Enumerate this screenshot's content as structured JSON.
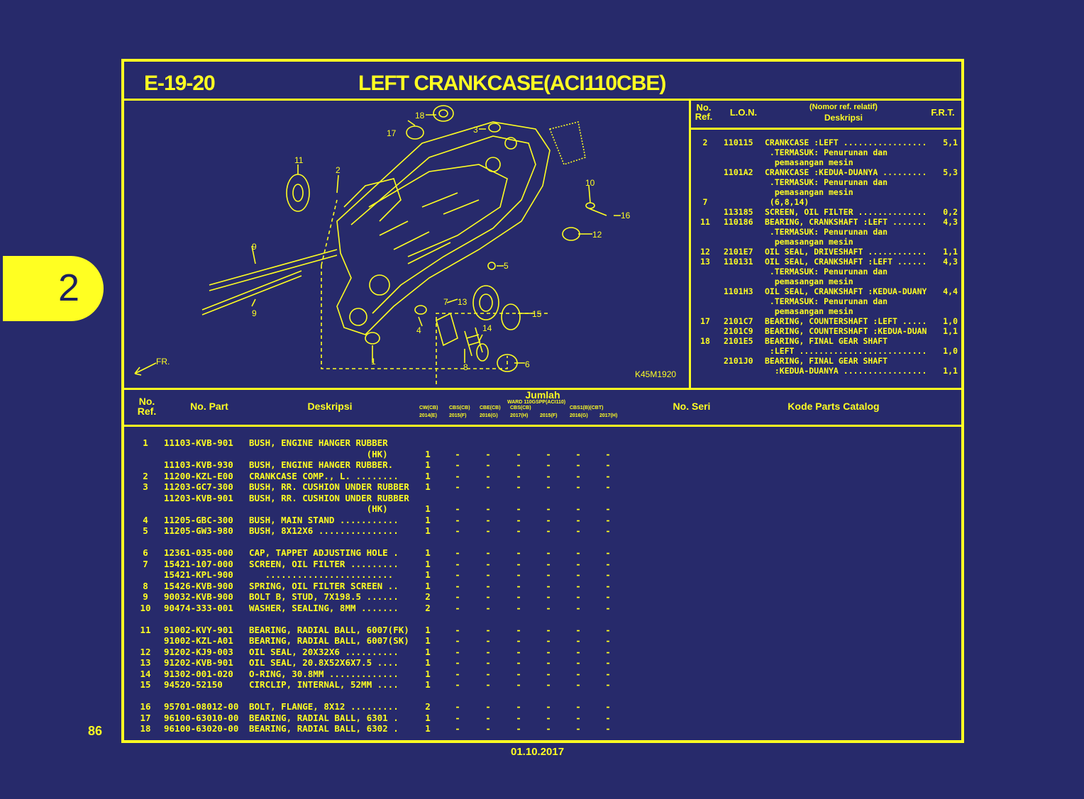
{
  "header": {
    "code": "E-19-20",
    "title": "LEFT CRANKCASE(ACI110CBE)"
  },
  "chapter_tab": "2",
  "page_number": "86",
  "footer_date": "01.10.2017",
  "diagram": {
    "code": "K45M1920",
    "fr_label": "FR.",
    "callouts": [
      "18",
      "17",
      "3",
      "11",
      "2",
      "10",
      "16",
      "12",
      "9",
      "5",
      "9",
      "7",
      "13",
      "15",
      "4",
      "14",
      "1",
      "8",
      "6"
    ]
  },
  "ref_table": {
    "headers": {
      "no_ref": "No. Ref.",
      "lon": "L.O.N.",
      "desc_top": "(Nomor ref. relatif)",
      "desc": "Deskripsi",
      "frt": "F.R.T."
    },
    "rows": [
      {
        "no": "2",
        "lon": "110115",
        "desc": "CRANKCASE :LEFT ..................",
        "frt": "5,1"
      },
      {
        "no": "",
        "lon": "",
        "desc": " .TERMASUK: Penurunan dan",
        "frt": ""
      },
      {
        "no": "",
        "lon": "",
        "desc": "  pemasangan mesin",
        "frt": ""
      },
      {
        "no": "",
        "lon": "1101A2",
        "desc": "CRANKCASE :KEDUA-DUANYA .........",
        "frt": "5,3"
      },
      {
        "no": "",
        "lon": "",
        "desc": " .TERMASUK: Penurunan dan",
        "frt": ""
      },
      {
        "no": "",
        "lon": "",
        "desc": "  pemasangan mesin",
        "frt": ""
      },
      {
        "no": "7",
        "lon": "",
        "desc": " (6,8,14)",
        "frt": ""
      },
      {
        "no": "",
        "lon": "113185",
        "desc": "SCREEN, OIL FILTER ..............",
        "frt": "0,2"
      },
      {
        "no": "11",
        "lon": "110186",
        "desc": "BEARING, CRANKSHAFT :LEFT .......",
        "frt": "4,3"
      },
      {
        "no": "",
        "lon": "",
        "desc": " .TERMASUK: Penurunan dan",
        "frt": ""
      },
      {
        "no": "",
        "lon": "",
        "desc": "  pemasangan mesin",
        "frt": ""
      },
      {
        "no": "12",
        "lon": "2101E7",
        "desc": "OIL SEAL, DRIVESHAFT ............",
        "frt": "1,1"
      },
      {
        "no": "13",
        "lon": "110131",
        "desc": "OIL SEAL, CRANKSHAFT :LEFT ......",
        "frt": "4,3"
      },
      {
        "no": "",
        "lon": "",
        "desc": " .TERMASUK: Penurunan dan",
        "frt": ""
      },
      {
        "no": "",
        "lon": "",
        "desc": "  pemasangan mesin",
        "frt": ""
      },
      {
        "no": "",
        "lon": "1101H3",
        "desc": "OIL SEAL, CRANKSHAFT :KEDUA-DUANYA",
        "frt": "4,4"
      },
      {
        "no": "",
        "lon": "",
        "desc": " .TERMASUK: Penurunan dan",
        "frt": ""
      },
      {
        "no": "",
        "lon": "",
        "desc": "  pemasangan mesin",
        "frt": ""
      },
      {
        "no": "17",
        "lon": "2101C7",
        "desc": "BEARING, COUNTERSHAFT :LEFT .....",
        "frt": "1,0"
      },
      {
        "no": "",
        "lon": "2101C9",
        "desc": "BEARING, COUNTERSHAFT :KEDUA-DUANYA",
        "frt": "1,1"
      },
      {
        "no": "18",
        "lon": "2101E5",
        "desc": "BEARING, FINAL GEAR SHAFT",
        "frt": ""
      },
      {
        "no": "",
        "lon": "",
        "desc": " :LEFT ............................",
        "frt": "1,0"
      },
      {
        "no": "",
        "lon": "2101J0",
        "desc": "BEARING, FINAL GEAR SHAFT",
        "frt": ""
      },
      {
        "no": "",
        "lon": "",
        "desc": "  :KEDUA-DUANYA ....................",
        "frt": "1,1"
      }
    ]
  },
  "parts_table": {
    "headers": {
      "no_ref": "No. Ref.",
      "part": "No. Part",
      "desc": "Deskripsi",
      "jumlah": "Jumlah",
      "jumlah_sub": "WARD 110GSPP(ACI110)",
      "models": [
        "CW(CB)",
        "CBS(CB)",
        "CBE(CB)",
        "CBS(CB)",
        "",
        "CBS1(B)(CBT)",
        ""
      ],
      "years": [
        "2014(E)",
        "2015(F)",
        "2016(G)",
        "2017(H)",
        "2015(F)",
        "2016(G)",
        "2017(H)"
      ],
      "no_seri": "No. Seri",
      "kode": "Kode Parts Catalog"
    },
    "rows": [
      {
        "ref": "1",
        "part": "11103-KVB-901",
        "desc": "BUSH, ENGINE HANGER RUBBER",
        "q": [
          "",
          "",
          "",
          "",
          "",
          "",
          ""
        ]
      },
      {
        "ref": "",
        "part": "",
        "desc": "                      (HK)",
        "q": [
          "1",
          "-",
          "-",
          "-",
          "-",
          "-",
          "-"
        ]
      },
      {
        "ref": "",
        "part": "11103-KVB-930",
        "desc": "BUSH, ENGINE HANGER RUBBER.",
        "q": [
          "1",
          "-",
          "-",
          "-",
          "-",
          "-",
          "-"
        ]
      },
      {
        "ref": "2",
        "part": "11200-KZL-E00",
        "desc": "CRANKCASE COMP., L. ........",
        "q": [
          "1",
          "-",
          "-",
          "-",
          "-",
          "-",
          "-"
        ]
      },
      {
        "ref": "3",
        "part": "11203-GC7-300",
        "desc": "BUSH, RR. CUSHION UNDER RUBBER",
        "q": [
          "1",
          "-",
          "-",
          "-",
          "-",
          "-",
          "-"
        ]
      },
      {
        "ref": "",
        "part": "11203-KVB-901",
        "desc": "BUSH, RR. CUSHION UNDER RUBBER",
        "q": [
          "",
          "",
          "",
          "",
          "",
          "",
          ""
        ]
      },
      {
        "ref": "",
        "part": "",
        "desc": "                      (HK)",
        "q": [
          "1",
          "-",
          "-",
          "-",
          "-",
          "-",
          "-"
        ]
      },
      {
        "ref": "4",
        "part": "11205-GBC-300",
        "desc": "BUSH, MAIN STAND ...........",
        "q": [
          "1",
          "-",
          "-",
          "-",
          "-",
          "-",
          "-"
        ]
      },
      {
        "ref": "5",
        "part": "11205-GW3-980",
        "desc": "BUSH, 8X12X6 ...............",
        "q": [
          "1",
          "-",
          "-",
          "-",
          "-",
          "-",
          "-"
        ]
      },
      {
        "ref": "",
        "part": "",
        "desc": "",
        "q": [
          "",
          "",
          "",
          "",
          "",
          "",
          ""
        ]
      },
      {
        "ref": "6",
        "part": "12361-035-000",
        "desc": "CAP, TAPPET ADJUSTING HOLE .",
        "q": [
          "1",
          "-",
          "-",
          "-",
          "-",
          "-",
          "-"
        ]
      },
      {
        "ref": "7",
        "part": "15421-107-000",
        "desc": "SCREEN, OIL FILTER .........",
        "q": [
          "1",
          "-",
          "-",
          "-",
          "-",
          "-",
          "-"
        ]
      },
      {
        "ref": "",
        "part": "15421-KPL-900",
        "desc": "   ........................",
        "q": [
          "1",
          "-",
          "-",
          "-",
          "-",
          "-",
          "-"
        ]
      },
      {
        "ref": "8",
        "part": "15426-KVB-900",
        "desc": "SPRING, OIL FILTER SCREEN ..",
        "q": [
          "1",
          "-",
          "-",
          "-",
          "-",
          "-",
          "-"
        ]
      },
      {
        "ref": "9",
        "part": "90032-KVB-900",
        "desc": "BOLT B, STUD, 7X198.5 ......",
        "q": [
          "2",
          "-",
          "-",
          "-",
          "-",
          "-",
          "-"
        ]
      },
      {
        "ref": "10",
        "part": "90474-333-001",
        "desc": "WASHER, SEALING, 8MM .......",
        "q": [
          "2",
          "-",
          "-",
          "-",
          "-",
          "-",
          "-"
        ]
      },
      {
        "ref": "",
        "part": "",
        "desc": "",
        "q": [
          "",
          "",
          "",
          "",
          "",
          "",
          ""
        ]
      },
      {
        "ref": "11",
        "part": "91002-KVY-901",
        "desc": "BEARING, RADIAL BALL, 6007(FK)",
        "q": [
          "1",
          "-",
          "-",
          "-",
          "-",
          "-",
          "-"
        ]
      },
      {
        "ref": "",
        "part": "91002-KZL-A01",
        "desc": "BEARING, RADIAL BALL, 6007(SK)",
        "q": [
          "1",
          "-",
          "-",
          "-",
          "-",
          "-",
          "-"
        ]
      },
      {
        "ref": "12",
        "part": "91202-KJ9-003",
        "desc": "OIL SEAL, 20X32X6 ..........",
        "q": [
          "1",
          "-",
          "-",
          "-",
          "-",
          "-",
          "-"
        ]
      },
      {
        "ref": "13",
        "part": "91202-KVB-901",
        "desc": "OIL SEAL, 20.8X52X6X7.5 ....",
        "q": [
          "1",
          "-",
          "-",
          "-",
          "-",
          "-",
          "-"
        ]
      },
      {
        "ref": "14",
        "part": "91302-001-020",
        "desc": "O-RING, 30.8MM .............",
        "q": [
          "1",
          "-",
          "-",
          "-",
          "-",
          "-",
          "-"
        ]
      },
      {
        "ref": "15",
        "part": "94520-52150",
        "desc": "CIRCLIP, INTERNAL, 52MM ....",
        "q": [
          "1",
          "-",
          "-",
          "-",
          "-",
          "-",
          "-"
        ]
      },
      {
        "ref": "",
        "part": "",
        "desc": "",
        "q": [
          "",
          "",
          "",
          "",
          "",
          "",
          ""
        ]
      },
      {
        "ref": "16",
        "part": "95701-08012-00",
        "desc": "BOLT, FLANGE, 8X12 .........",
        "q": [
          "2",
          "-",
          "-",
          "-",
          "-",
          "-",
          "-"
        ]
      },
      {
        "ref": "17",
        "part": "96100-63010-00",
        "desc": "BEARING, RADIAL BALL, 6301 .",
        "q": [
          "1",
          "-",
          "-",
          "-",
          "-",
          "-",
          "-"
        ]
      },
      {
        "ref": "18",
        "part": "96100-63020-00",
        "desc": "BEARING, RADIAL BALL, 6302 .",
        "q": [
          "1",
          "-",
          "-",
          "-",
          "-",
          "-",
          "-"
        ]
      }
    ]
  }
}
